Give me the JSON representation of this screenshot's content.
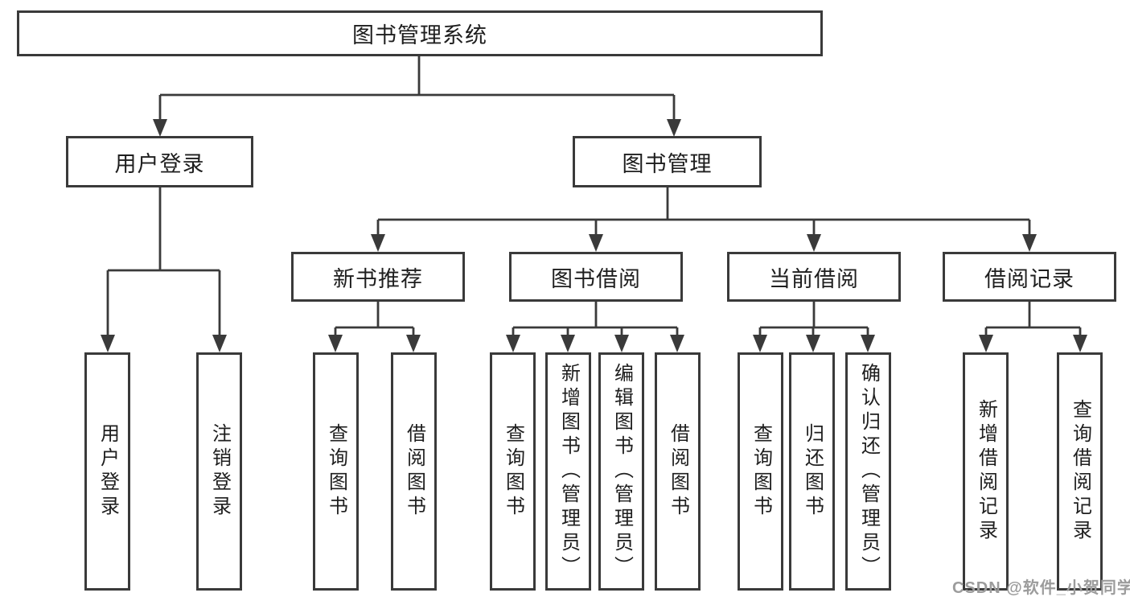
{
  "colors": {
    "line": "#3a3a3a",
    "text": "#1e1e1e",
    "background": "#ffffff",
    "watermark": "#9c9c9c"
  },
  "diagram": {
    "root": {
      "label": "图书管理系统"
    },
    "level2": [
      {
        "label": "用户登录",
        "leaves": [
          {
            "label": "用户登录"
          },
          {
            "label": "注销登录"
          }
        ]
      },
      {
        "label": "图书管理",
        "groups": [
          {
            "label": "新书推荐",
            "leaves": [
              {
                "label": "查询图书"
              },
              {
                "label": "借阅图书"
              }
            ]
          },
          {
            "label": "图书借阅",
            "leaves": [
              {
                "label": "查询图书"
              },
              {
                "label": "新增图书（管理员）"
              },
              {
                "label": "编辑图书（管理员）"
              },
              {
                "label": "借阅图书"
              }
            ]
          },
          {
            "label": "当前借阅",
            "leaves": [
              {
                "label": "查询图书"
              },
              {
                "label": "归还图书"
              },
              {
                "label": "确认归还（管理员）"
              }
            ]
          },
          {
            "label": "借阅记录",
            "leaves": [
              {
                "label": "新增借阅记录"
              },
              {
                "label": "查询借阅记录"
              }
            ]
          }
        ]
      }
    ]
  },
  "watermark": {
    "text": "CSDN @软件_小贺同学"
  }
}
